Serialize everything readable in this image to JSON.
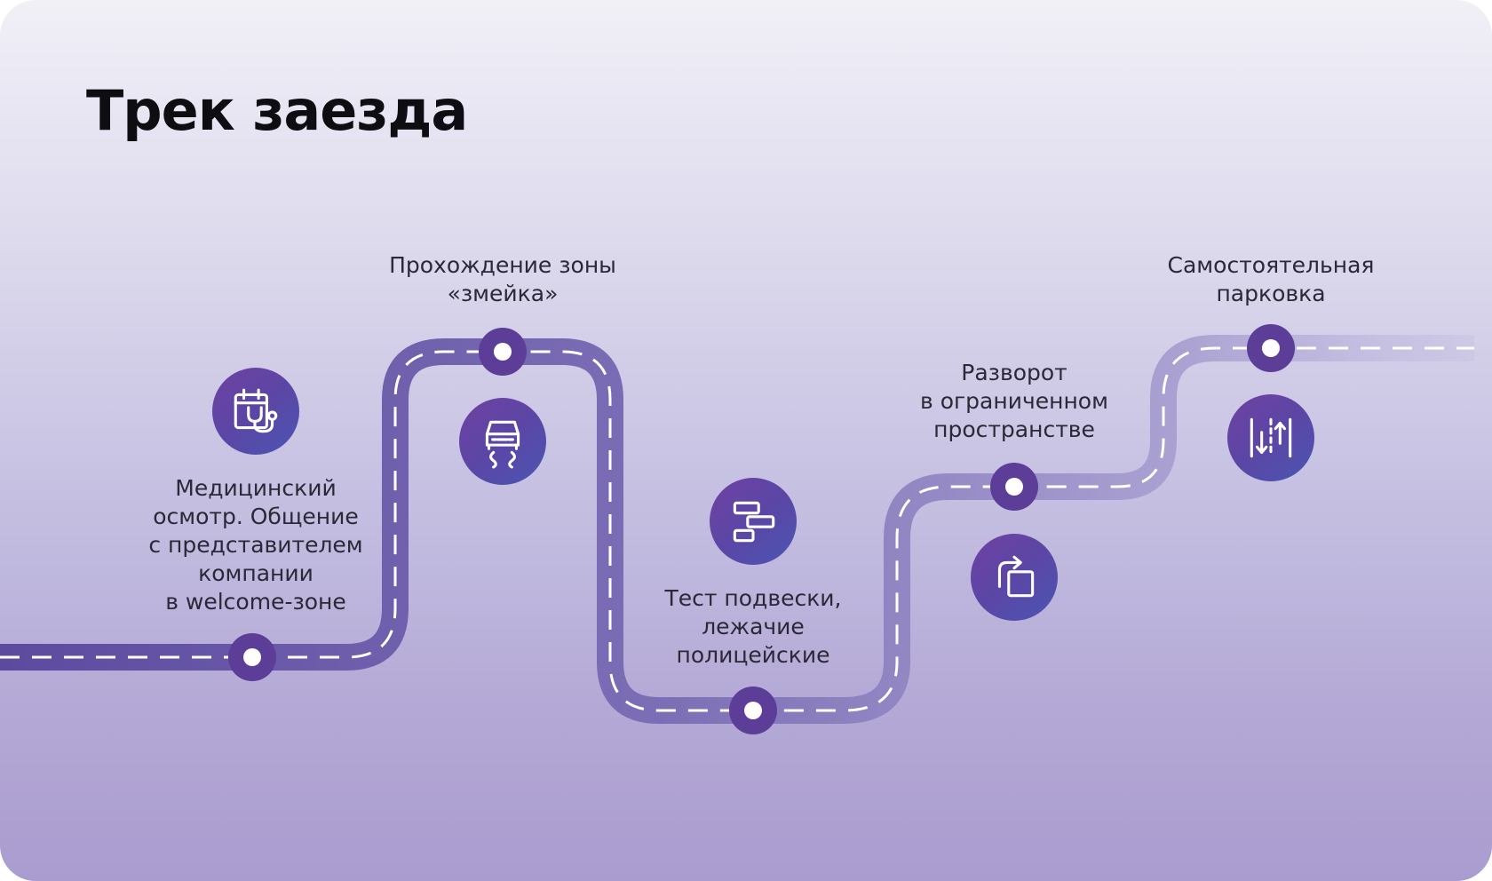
{
  "title": "Трек заезда",
  "colors": {
    "road_dark": "#6a58a6",
    "road_light": "#b2aad6",
    "node": "#5c3d98",
    "node_center": "#ffffff",
    "dash": "#ffffff"
  },
  "steps": [
    {
      "label": "Медицинский\nосмотр. Общение\nс представителем\nкомпании\nв welcome-зоне",
      "icon": "calendar-stethoscope-icon"
    },
    {
      "label": "Прохождение зоны\n«змейка»",
      "icon": "car-slalom-icon"
    },
    {
      "label": "Тест подвески,\nлежачие\nполицейские",
      "icon": "speed-bumps-icon"
    },
    {
      "label": "Разворот\nв ограниченном\nпространстве",
      "icon": "u-turn-icon"
    },
    {
      "label": "Самостоятельная\nпарковка",
      "icon": "parking-lanes-icon"
    }
  ]
}
